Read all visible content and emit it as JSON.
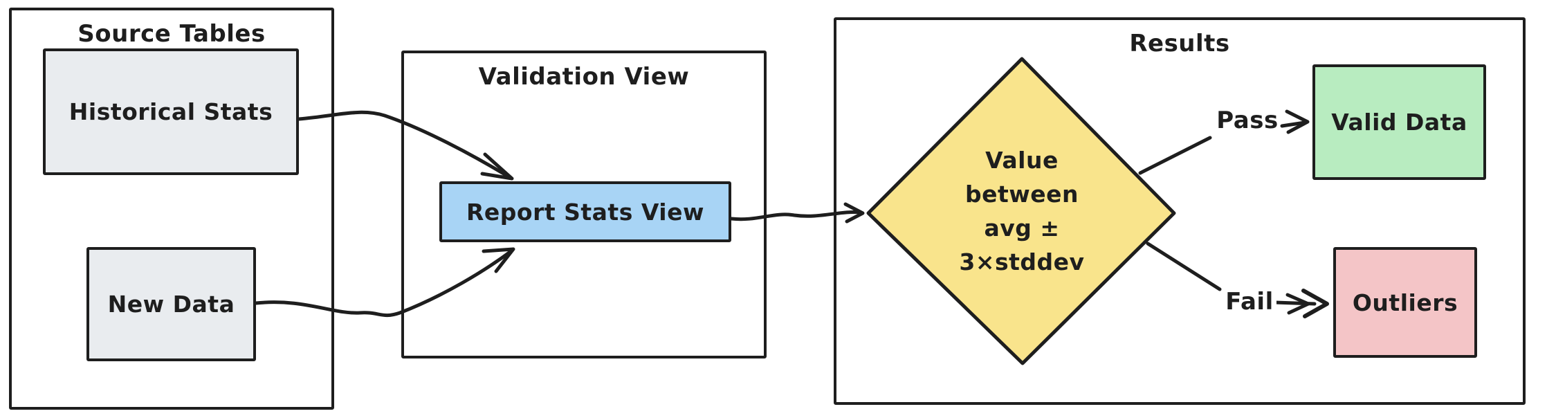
{
  "diagram": {
    "source_tables": {
      "title": "Source Tables",
      "nodes": {
        "historical_stats": "Historical Stats",
        "new_data": "New Data"
      }
    },
    "validation_view": {
      "title": "Validation View",
      "nodes": {
        "report_stats_view": "Report Stats View"
      }
    },
    "results": {
      "title": "Results",
      "nodes": {
        "decision": "Value\nbetween\navg ±\n3×stddev",
        "valid_data": "Valid Data",
        "outliers": "Outliers"
      }
    },
    "edges": {
      "pass_label": "Pass",
      "fail_label": "Fail"
    },
    "colors": {
      "stroke": "#1e1e1e",
      "canvas_bg": "#ffffff",
      "node_gray": "#e9ecef",
      "node_blue": "#a8d4f5",
      "node_yellow": "#f9e48c",
      "node_green": "#b8ecc0",
      "node_red": "#f4c5c7"
    }
  }
}
